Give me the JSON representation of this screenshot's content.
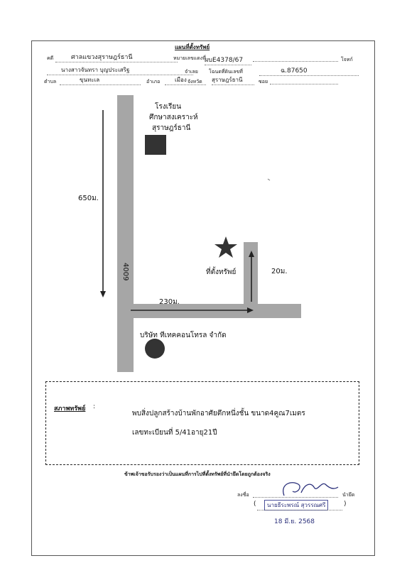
{
  "header": {
    "title": "แผนที่ตั้งทรัพย์",
    "case_label": "คดี",
    "court": "ศาลแขวงสุราษฎร์ธานี",
    "case_no_label": "หมายเลขแดงที่",
    "case_no": "ผบE4378/67",
    "plaintiff_label": "โจทก์",
    "defendant": "นางสาวจันทรา บุญประเสริฐ",
    "defendant_label": "จำเลย",
    "deed_label": "โฉนดที่ดินเลขที่",
    "deed_no": "ฉ.87650",
    "subdistrict_label": "ตำบล",
    "subdistrict": "ขุนทะเล",
    "district_label": "อำเภอ",
    "district": "เมือง",
    "province_label": "จังหวัด",
    "province": "สุราษฎร์ธานี",
    "soi_label": "ซอย"
  },
  "map": {
    "school_line1": "โรงเรียน",
    "school_line2": "ศึกษาสงเคราะห์",
    "school_line3": "สุราษฎร์ธานี",
    "distance_vertical": "650ม.",
    "road_number": "4009",
    "property_label": "ที่ตั้งทรัพย์",
    "distance_short": "20ม.",
    "distance_horizontal": "230ม.",
    "company": "บริษัท ทีเทคคอนโทรล จำกัด",
    "colors": {
      "road": "#a6a6a6",
      "marker": "#333333"
    },
    "icons": [
      "school-square-icon",
      "property-star-icon",
      "company-circle-icon",
      "arrow-down-icon",
      "arrow-right-icon",
      "arrow-up-icon"
    ]
  },
  "condition": {
    "label": "สภาพทรัพย์",
    "colon": ":",
    "line1": "พบสิ่งปลูกสร้างบ้านพักอาศัยตึกหนึ่งชั้น ขนาด4คูณ7เมตร",
    "line2": "เลขทะเบียนที่ 5/41อายุ21ปี"
  },
  "footer": {
    "certification": "ข้าพเจ้าขอรับรองว่าเป็นแผนที่การไปที่ตั้งทรัพย์ที่นำยึดโดยถูกต้องจริง",
    "sign_label": "ลงชื่อ",
    "role": "นำยึด",
    "signer": "นายธีระพรณ์ สุวรรณศรี",
    "date": "18 มี.ย. 2568"
  }
}
